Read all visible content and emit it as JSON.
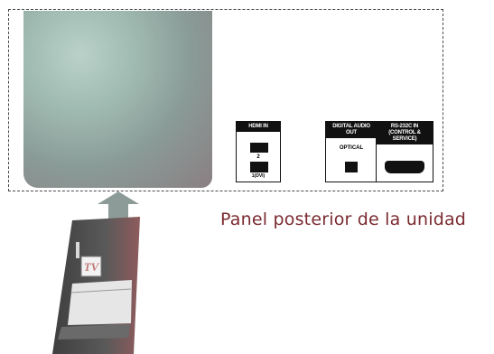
{
  "caption": "Panel posterior de la unidad",
  "hdmi": {
    "header": "HDMI IN",
    "port2_label": "2",
    "port1_label": "1(DVI)"
  },
  "optical": {
    "header": "DIGITAL AUDIO OUT",
    "label": "OPTICAL"
  },
  "rs232": {
    "header": "RS-232C IN (CONTROL & SERVICE)"
  },
  "remote": {
    "tv_label": "TV"
  },
  "colors": {
    "caption": "#7a2a30",
    "arrow": "#8d9b98",
    "remote_body": "#4d4d4d",
    "remote_tint": "#a0585a"
  }
}
